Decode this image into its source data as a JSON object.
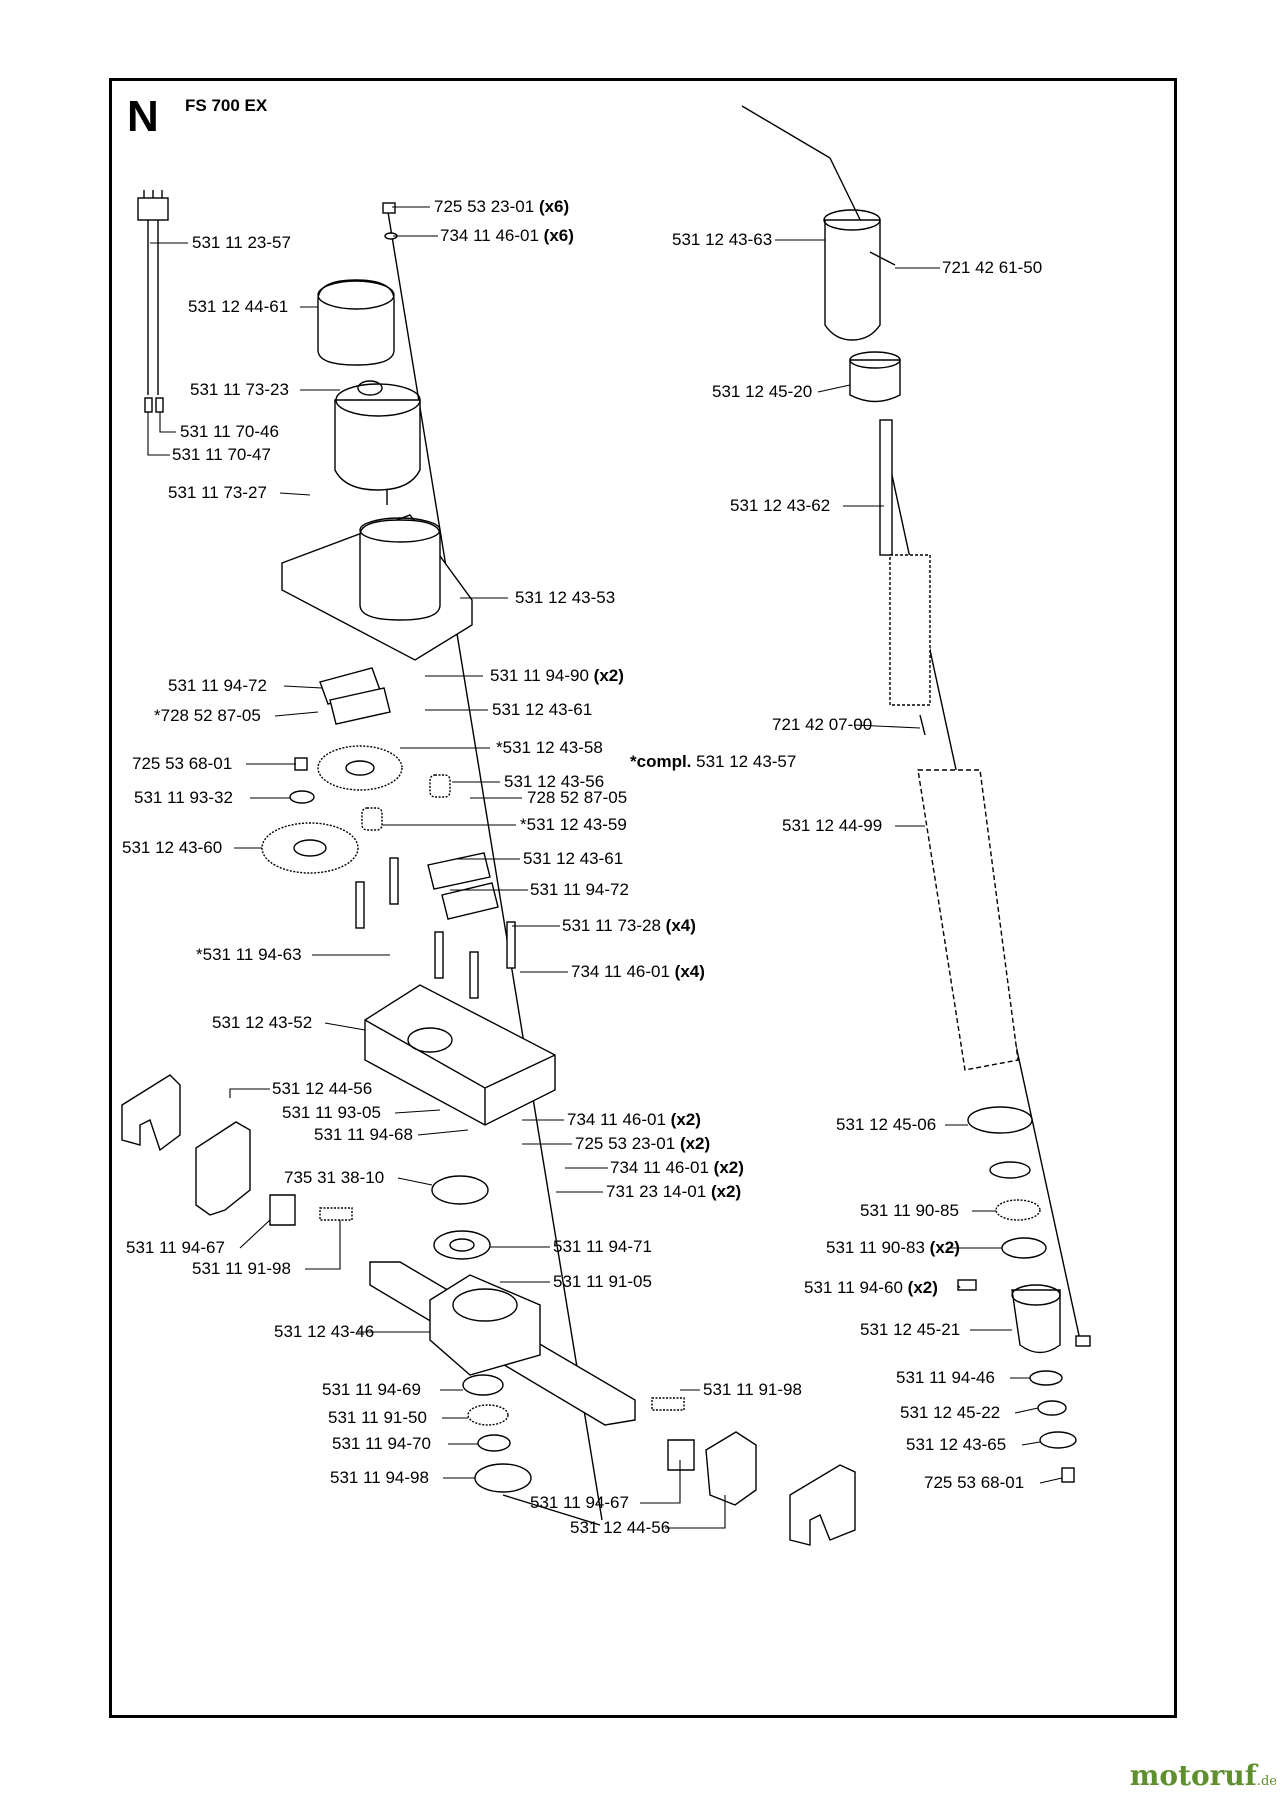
{
  "header": {
    "section_letter": "N",
    "model": "FS 700 EX"
  },
  "note": {
    "prefix": "*compl.",
    "part": "531 12 43-57"
  },
  "brand": {
    "name": "motoruf",
    "tld": ".de"
  },
  "labels": [
    {
      "id": "l01",
      "part": "725 53 23-01",
      "qty": "(x6)"
    },
    {
      "id": "l02",
      "part": "734 11 46-01",
      "qty": "(x6)"
    },
    {
      "id": "l03",
      "part": "531 11 23-57",
      "qty": ""
    },
    {
      "id": "l04",
      "part": "531 12 44-61",
      "qty": ""
    },
    {
      "id": "l05",
      "part": "531 11 73-23",
      "qty": ""
    },
    {
      "id": "l06",
      "part": "531 11 70-46",
      "qty": ""
    },
    {
      "id": "l07",
      "part": "531 11 70-47",
      "qty": ""
    },
    {
      "id": "l08",
      "part": "531 11 73-27",
      "qty": ""
    },
    {
      "id": "l09",
      "part": "531 12 43-53",
      "qty": ""
    },
    {
      "id": "l10",
      "part": "531 11 94-72",
      "qty": ""
    },
    {
      "id": "l11",
      "part": "531 11 94-90",
      "qty": "(x2)"
    },
    {
      "id": "l12",
      "part": "*728 52 87-05",
      "qty": ""
    },
    {
      "id": "l13",
      "part": "531 12 43-61",
      "qty": ""
    },
    {
      "id": "l14",
      "part": "*531 12 43-58",
      "qty": ""
    },
    {
      "id": "l15",
      "part": "725 53 68-01",
      "qty": ""
    },
    {
      "id": "l16",
      "part": "531 12 43-56",
      "qty": ""
    },
    {
      "id": "l17",
      "part": "531 11 93-32",
      "qty": ""
    },
    {
      "id": "l18",
      "part": "728 52 87-05",
      "qty": ""
    },
    {
      "id": "l19",
      "part": "*531 12 43-59",
      "qty": ""
    },
    {
      "id": "l20",
      "part": "531 12 43-60",
      "qty": ""
    },
    {
      "id": "l21",
      "part": "531 12 43-61",
      "qty": ""
    },
    {
      "id": "l22",
      "part": "531 11 94-72",
      "qty": ""
    },
    {
      "id": "l23",
      "part": "531 11 73-28",
      "qty": "(x4)"
    },
    {
      "id": "l24",
      "part": "*531 11 94-63",
      "qty": ""
    },
    {
      "id": "l25",
      "part": "734 11 46-01",
      "qty": "(x4)"
    },
    {
      "id": "l26",
      "part": "531 12 43-52",
      "qty": ""
    },
    {
      "id": "l27",
      "part": "531 12 44-56",
      "qty": ""
    },
    {
      "id": "l28",
      "part": "531 11 93-05",
      "qty": ""
    },
    {
      "id": "l29",
      "part": "734 11 46-01",
      "qty": "(x2)"
    },
    {
      "id": "l30",
      "part": "531 11 94-68",
      "qty": ""
    },
    {
      "id": "l31",
      "part": "725 53 23-01",
      "qty": "(x2)"
    },
    {
      "id": "l32",
      "part": "735 31 38-10",
      "qty": ""
    },
    {
      "id": "l33",
      "part": "734 11 46-01",
      "qty": "(x2)"
    },
    {
      "id": "l34",
      "part": "731 23 14-01",
      "qty": "(x2)"
    },
    {
      "id": "l35",
      "part": "531 11 94-71",
      "qty": ""
    },
    {
      "id": "l36",
      "part": "531 11 94-67",
      "qty": ""
    },
    {
      "id": "l37",
      "part": "531 11 91-98",
      "qty": ""
    },
    {
      "id": "l38",
      "part": "531 11 91-05",
      "qty": ""
    },
    {
      "id": "l39",
      "part": "531 12 43-46",
      "qty": ""
    },
    {
      "id": "l40",
      "part": "531 11 94-69",
      "qty": ""
    },
    {
      "id": "l41",
      "part": "531 11 91-98",
      "qty": ""
    },
    {
      "id": "l42",
      "part": "531 11 91-50",
      "qty": ""
    },
    {
      "id": "l43",
      "part": "531 11 94-70",
      "qty": ""
    },
    {
      "id": "l44",
      "part": "531 11 94-98",
      "qty": ""
    },
    {
      "id": "l45",
      "part": "531 11 94-67",
      "qty": ""
    },
    {
      "id": "l46",
      "part": "531 12 44-56",
      "qty": ""
    },
    {
      "id": "l47",
      "part": "531 12 43-63",
      "qty": ""
    },
    {
      "id": "l48",
      "part": "721 42 61-50",
      "qty": ""
    },
    {
      "id": "l49",
      "part": "531 12 45-20",
      "qty": ""
    },
    {
      "id": "l50",
      "part": "531 12 43-62",
      "qty": ""
    },
    {
      "id": "l51",
      "part": "721 42 07-00",
      "qty": ""
    },
    {
      "id": "l52",
      "part": "531 12 44-99",
      "qty": ""
    },
    {
      "id": "l53",
      "part": "531 12 45-06",
      "qty": ""
    },
    {
      "id": "l54",
      "part": "531 11 90-85",
      "qty": ""
    },
    {
      "id": "l55",
      "part": "531 11 90-83",
      "qty": "(x2)"
    },
    {
      "id": "l56",
      "part": "531 11 94-60",
      "qty": "(x2)"
    },
    {
      "id": "l57",
      "part": "531 12 45-21",
      "qty": ""
    },
    {
      "id": "l58",
      "part": "531 11 94-46",
      "qty": ""
    },
    {
      "id": "l59",
      "part": "531 12 45-22",
      "qty": ""
    },
    {
      "id": "l60",
      "part": "531 12 43-65",
      "qty": ""
    },
    {
      "id": "l61",
      "part": "725 53 68-01",
      "qty": ""
    }
  ]
}
